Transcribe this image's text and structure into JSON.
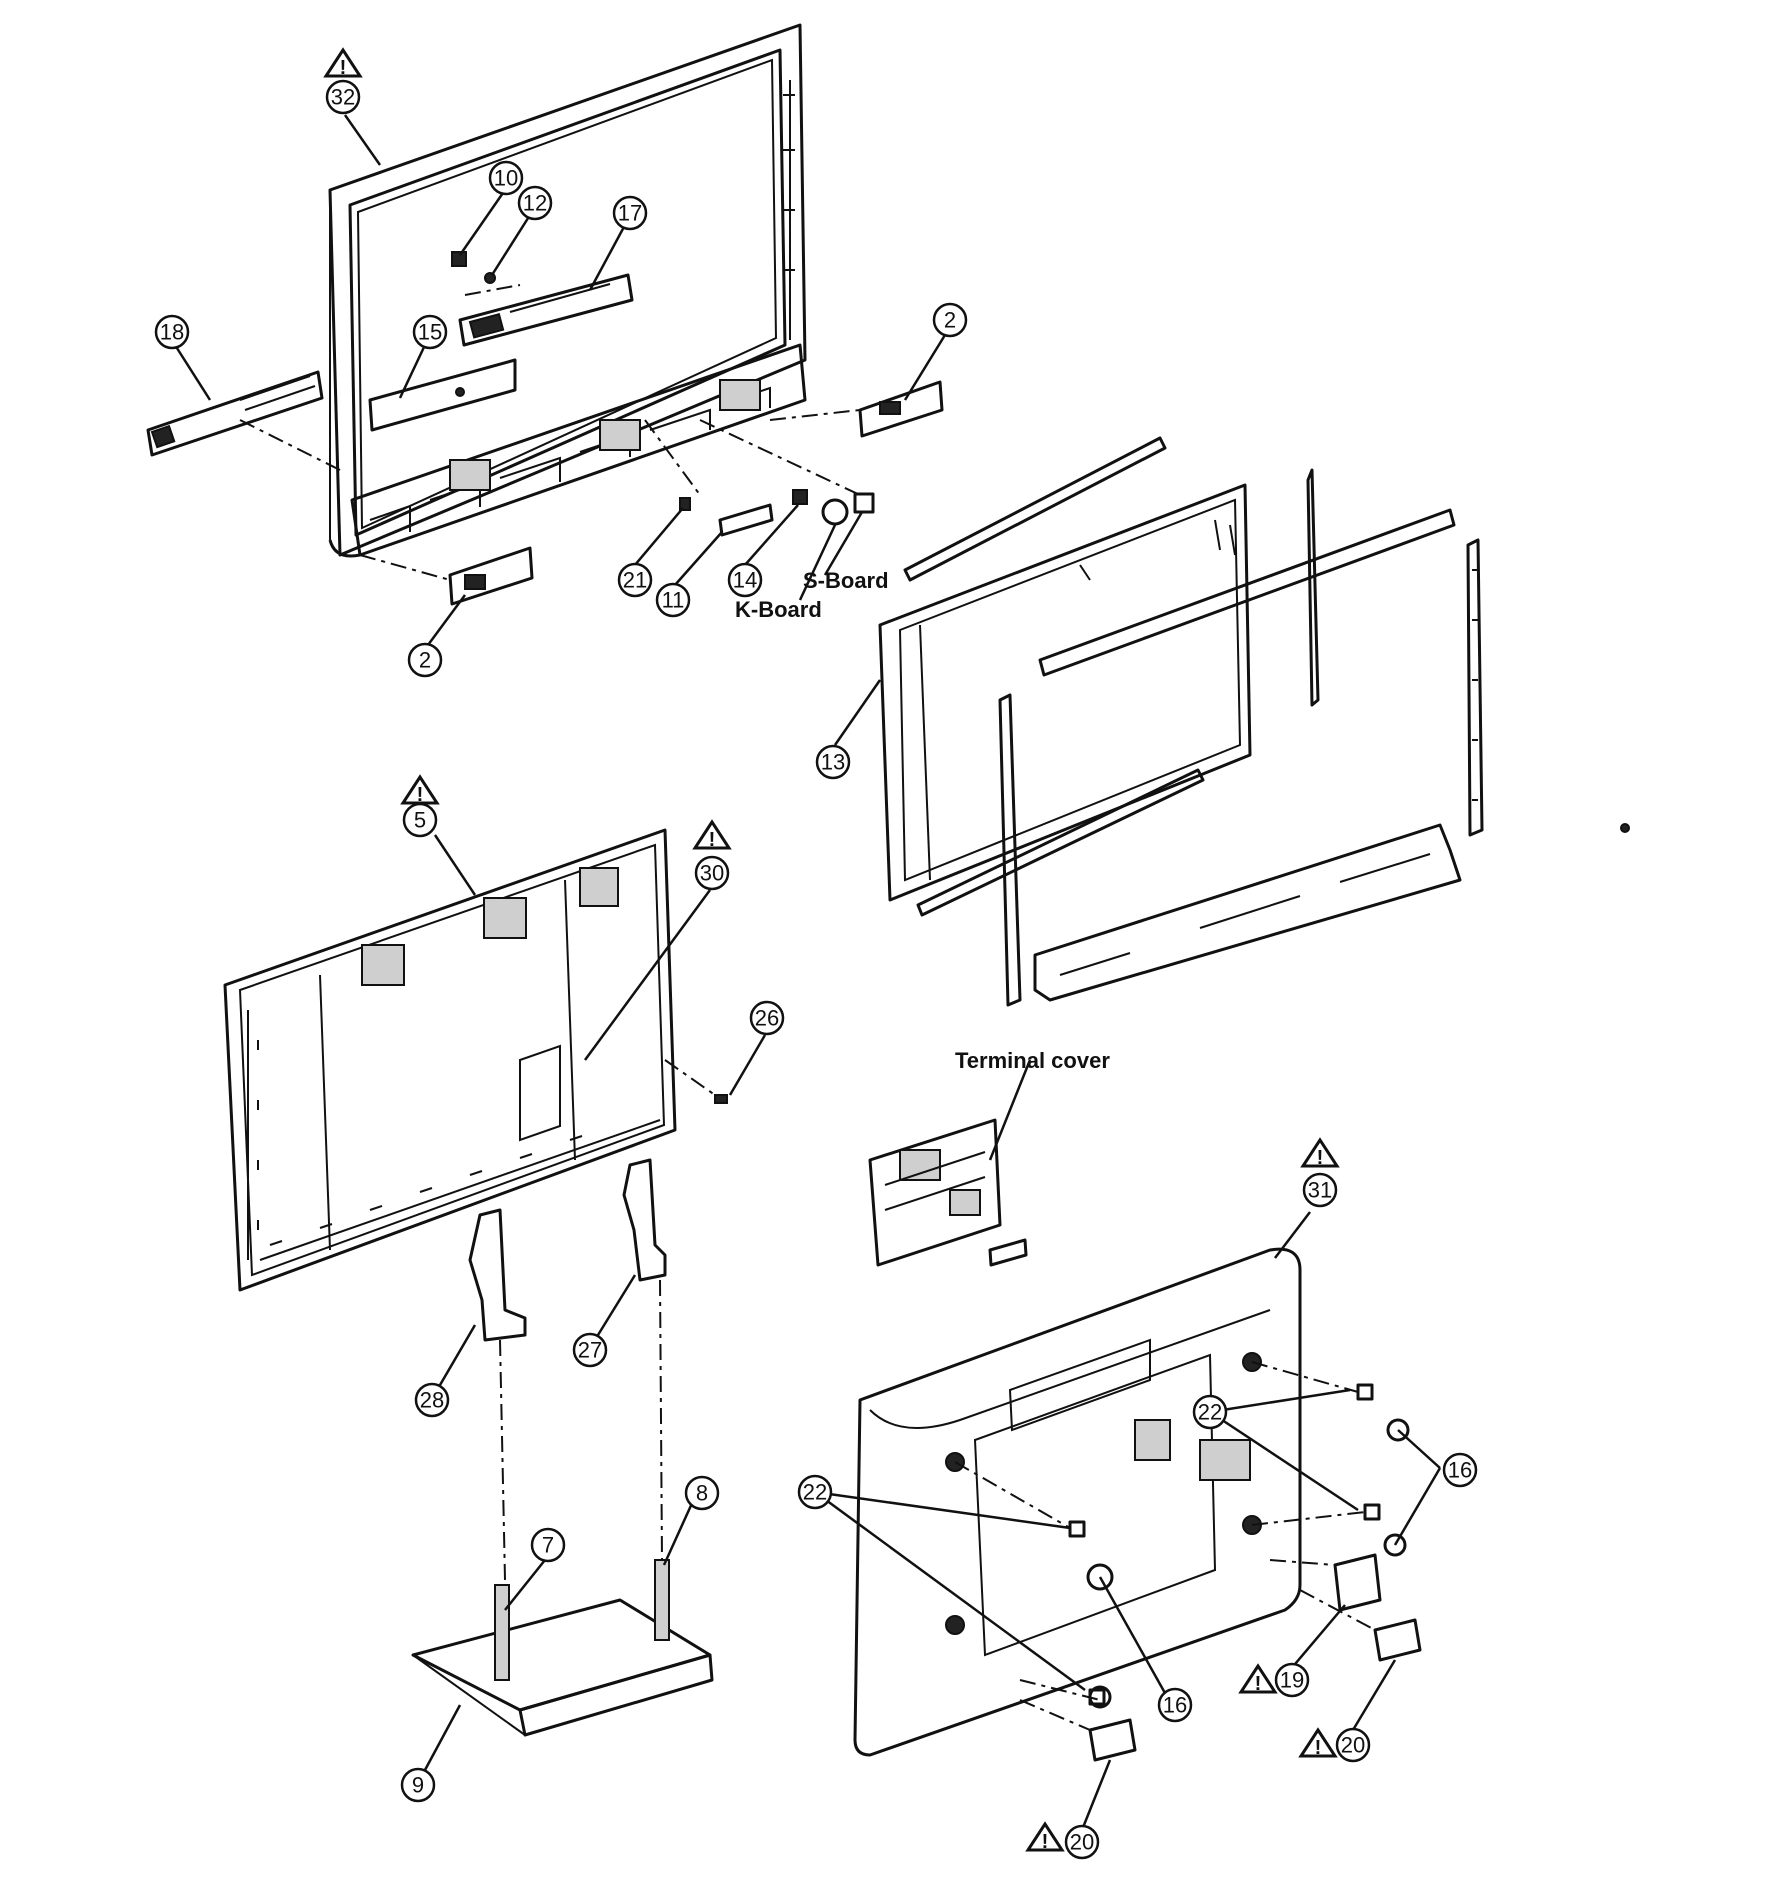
{
  "callouts": {
    "c32": "32",
    "c10": "10",
    "c12": "12",
    "c17": "17",
    "c18": "18",
    "c15": "15",
    "c2a": "2",
    "c2b": "2",
    "c21": "21",
    "c11": "11",
    "c14": "14",
    "c13": "13",
    "c5": "5",
    "c30": "30",
    "c26": "26",
    "c31": "31",
    "c22a": "22",
    "c22b": "22",
    "c16a": "16",
    "c16b": "16",
    "c19": "19",
    "c20a": "20",
    "c20b": "20",
    "c28": "28",
    "c27": "27",
    "c7": "7",
    "c8": "8",
    "c9": "9"
  },
  "labels": {
    "s_board": "S-Board",
    "k_board": "K-Board",
    "terminal_cover": "Terminal cover"
  },
  "warning_symbol": "!",
  "colors": {
    "line": "#111111",
    "background": "#ffffff"
  }
}
